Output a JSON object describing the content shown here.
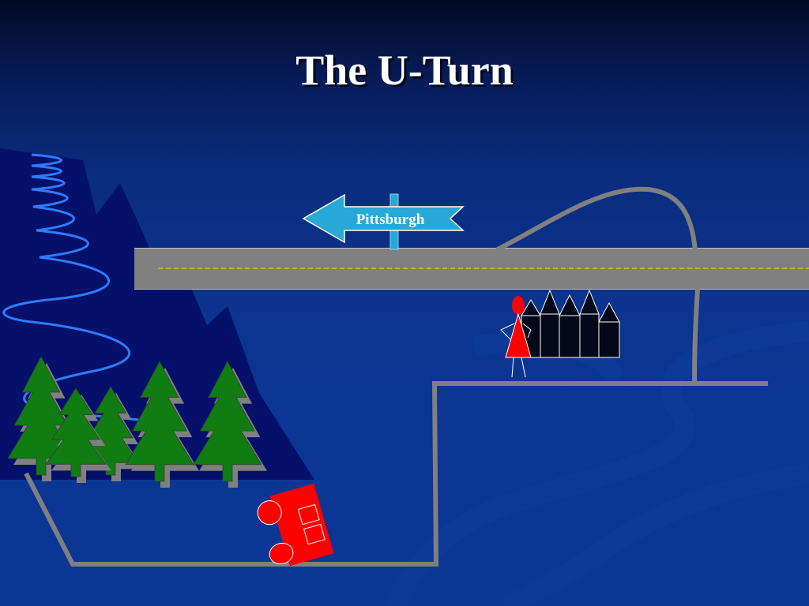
{
  "slide": {
    "title": "The U-Turn"
  },
  "sign": {
    "label": "Pittsburgh",
    "direction": "left",
    "color": "#27a8d6"
  },
  "colors": {
    "background": "#0c3592",
    "mountain": "#04106a",
    "road": "#808080",
    "road_center_line": "#ffc000",
    "path": "#808080",
    "trees": "#0f7d12",
    "car": "#ff0000",
    "person": "#ff0000",
    "buildings": "#040818",
    "river": "#2f7bff"
  },
  "scene": {
    "objects": [
      "mountain",
      "river",
      "trees",
      "highway",
      "u-turn-ramp",
      "path",
      "car",
      "person",
      "town",
      "direction-sign"
    ]
  }
}
